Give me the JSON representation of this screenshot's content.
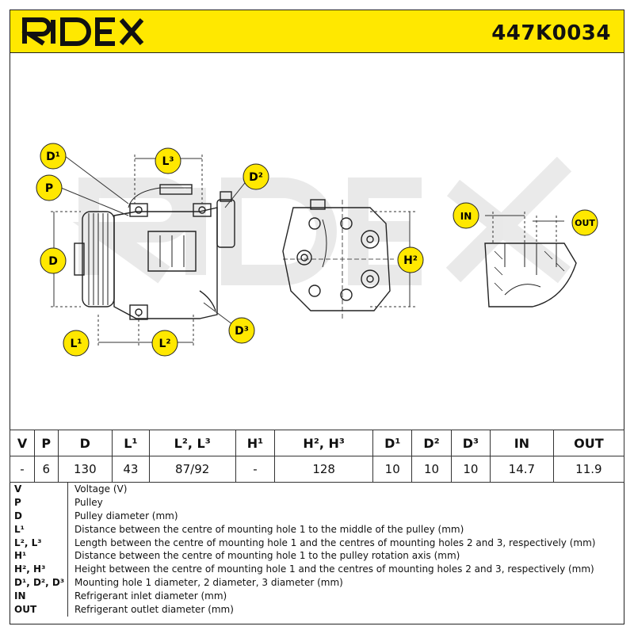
{
  "header": {
    "brand": "RIDEX",
    "part_number": "447K0034",
    "brand_color": "#ffe800"
  },
  "watermark": "RIDEX",
  "badges": {
    "D1": "D¹",
    "P": "P",
    "D": "D",
    "L3": "L³",
    "D2": "D²",
    "L1": "L¹",
    "L2": "L²",
    "D3": "D³",
    "H2": "H²",
    "IN": "IN",
    "OUT": "OUT"
  },
  "specs": {
    "headers": [
      "V",
      "P",
      "D",
      "L¹",
      "L², L³",
      "H¹",
      "H², H³",
      "D¹",
      "D²",
      "D³",
      "IN",
      "OUT"
    ],
    "values": [
      "-",
      "6",
      "130",
      "43",
      "87/92",
      "-",
      "128",
      "10",
      "10",
      "10",
      "14.7",
      "11.9"
    ]
  },
  "legend": [
    {
      "key": "V",
      "desc": "Voltage (V)"
    },
    {
      "key": "P",
      "desc": "Pulley"
    },
    {
      "key": "D",
      "desc": "Pulley diameter (mm)"
    },
    {
      "key": "L¹",
      "desc": "Distance between the centre of mounting hole 1 to the middle of the pulley (mm)"
    },
    {
      "key": "L², L³",
      "desc": "Length between the centre of mounting hole 1 and the centres of mounting holes 2 and 3, respectively (mm)"
    },
    {
      "key": "H¹",
      "desc": "Distance between the centre of mounting hole 1 to the pulley rotation axis (mm)"
    },
    {
      "key": "H², H³",
      "desc": "Height between the centre of mounting hole 1 and the centres of mounting holes 2 and 3, respectively (mm)"
    },
    {
      "key": "D¹, D², D³",
      "desc": "Mounting hole 1 diameter, 2 diameter, 3 diameter (mm)"
    },
    {
      "key": "IN",
      "desc": "Refrigerant inlet diameter (mm)"
    },
    {
      "key": "OUT",
      "desc": "Refrigerant outlet diameter (mm)"
    }
  ]
}
